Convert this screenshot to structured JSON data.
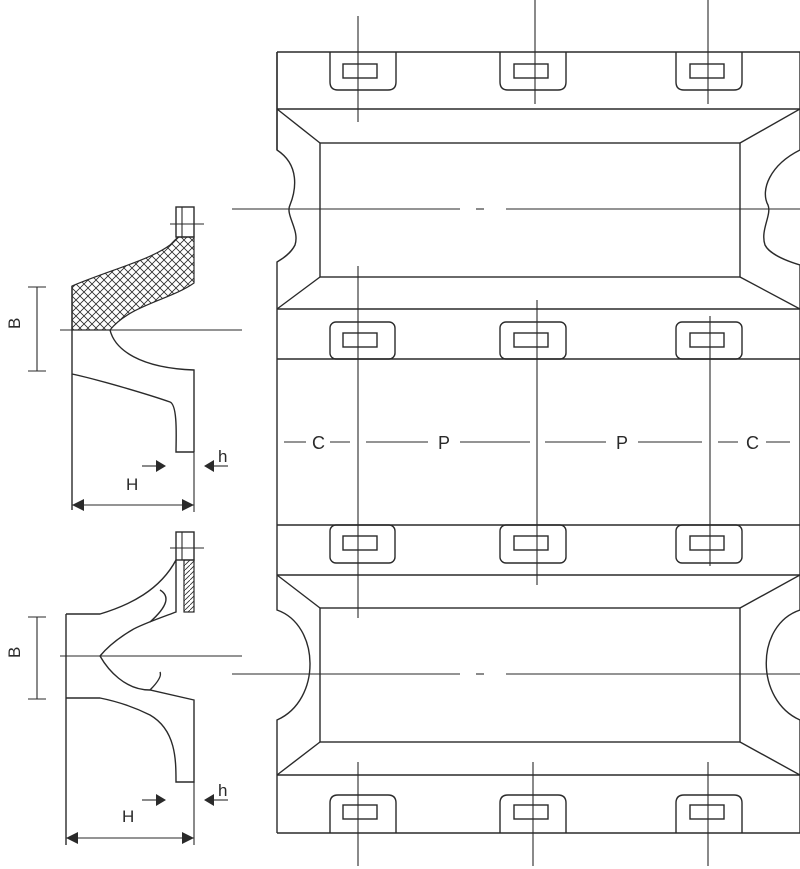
{
  "labels": {
    "b_top": "B",
    "b_bottom": "B",
    "h_upper_top": "H",
    "h_lower_top": "h",
    "h_upper_bottom": "H",
    "h_lower_bottom": "h",
    "c_left": "C",
    "p_left": "P",
    "p_right": "P",
    "c_right": "C"
  },
  "colors": {
    "line": "#2a2a2a",
    "background": "#ffffff"
  }
}
